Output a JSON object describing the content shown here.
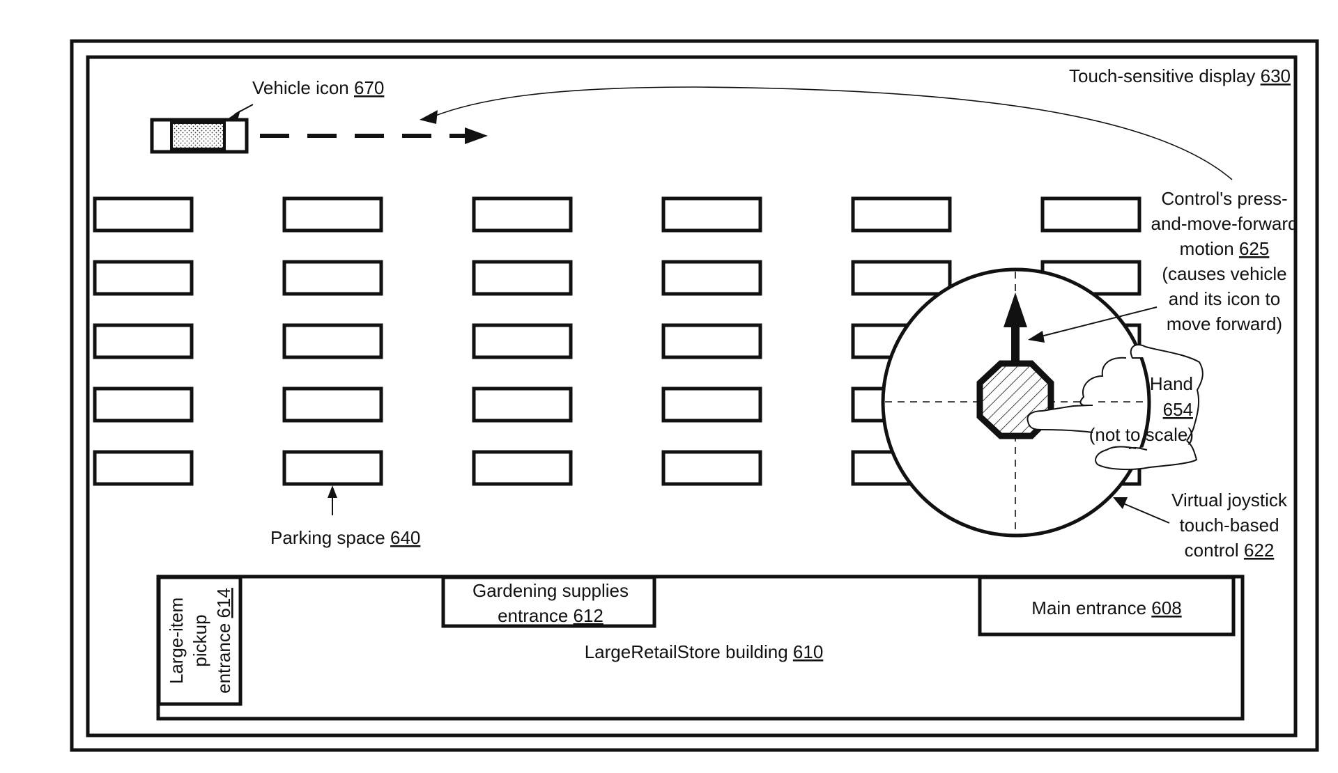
{
  "display": {
    "label": "Touch-sensitive display",
    "ref": "630"
  },
  "vehicle_icon": {
    "label": "Vehicle icon",
    "ref": "670"
  },
  "parking": {
    "label": "Parking space",
    "ref": "640",
    "columns": 6,
    "rows": 5
  },
  "motion_label": {
    "lines": [
      "Control's press-",
      "and-move-forward",
      "motion ",
      "(causes vehicle",
      "and its icon to",
      "move forward)"
    ],
    "ref": "625"
  },
  "hand": {
    "label": "Hand",
    "ref": "654",
    "note": "(not to scale)"
  },
  "joystick": {
    "lines": [
      "Virtual joystick",
      "touch-based",
      "control "
    ],
    "ref": "622"
  },
  "building": {
    "label": "LargeRetailStore building",
    "ref": "610"
  },
  "entrances": {
    "large_item": {
      "lines": [
        "Large-item",
        "pickup",
        "entrance "
      ],
      "ref": "614"
    },
    "gardening": {
      "lines": [
        "Gardening supplies",
        "entrance "
      ],
      "ref": "612"
    },
    "main": {
      "label": "Main entrance",
      "ref": "608"
    }
  }
}
